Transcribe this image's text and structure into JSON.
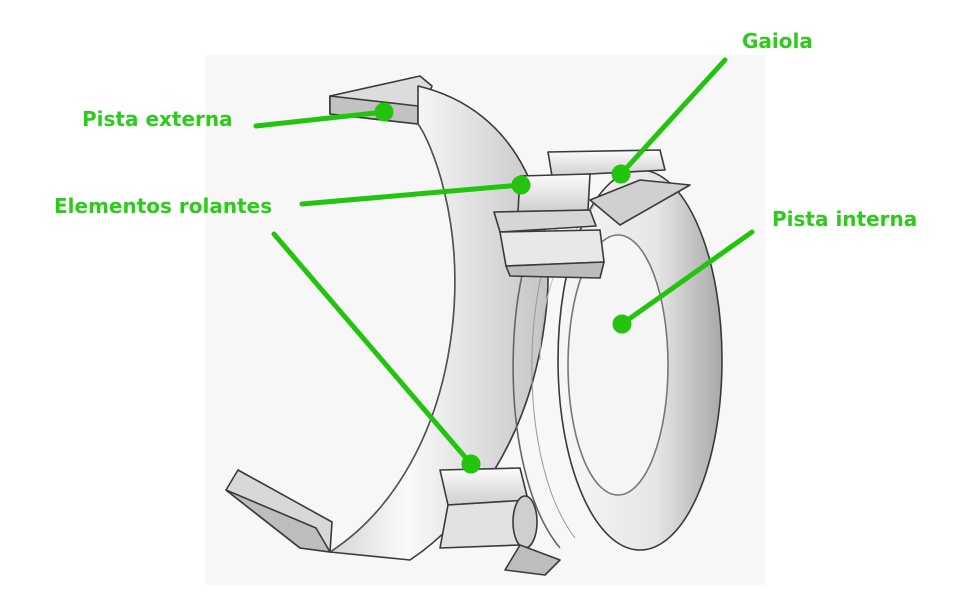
{
  "colors": {
    "label": "#2ecc1a",
    "leader": "#22c40e",
    "metal_light": "#f2f2f2",
    "metal_mid": "#cfcfcf",
    "metal_dark": "#8f8f8f",
    "outline": "#3a3a3a"
  },
  "labels": {
    "outer_race": "Pista externa",
    "cage": "Gaiola",
    "rolling_elements": "Elementos rolantes",
    "inner_race": "Pista interna"
  }
}
